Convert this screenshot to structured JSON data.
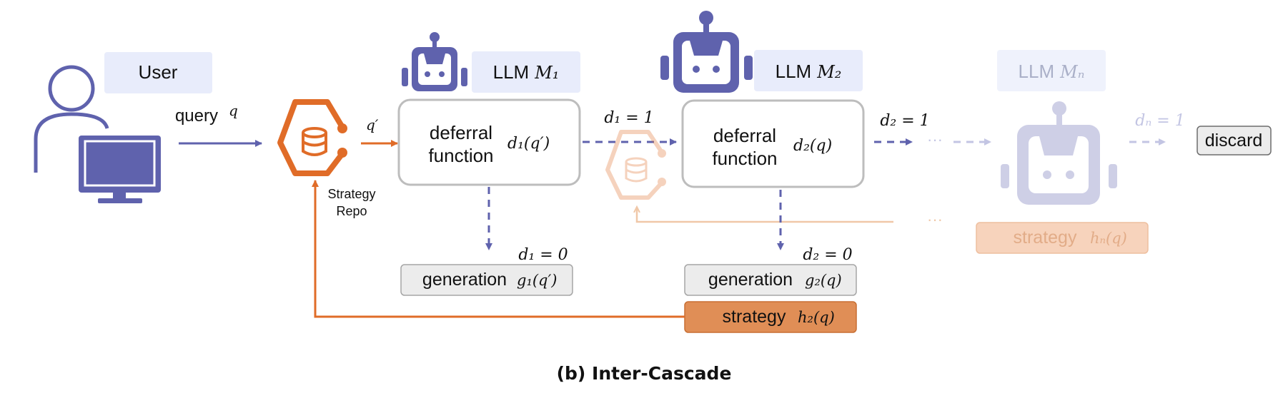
{
  "caption": "(b) Inter-Cascade",
  "user": {
    "label": "User"
  },
  "query": {
    "label": "query",
    "var": "q"
  },
  "q_prime": "q′",
  "repo": {
    "line1": "Strategy",
    "line2": "Repo"
  },
  "llm1": {
    "label": "LLM",
    "model": "M₁"
  },
  "llm2": {
    "label": "LLM",
    "model": "M₂"
  },
  "llmN": {
    "label": "LLM",
    "model": "Mₙ"
  },
  "deferral1": {
    "line1": "deferral",
    "line2": "function",
    "expr": "d₁(q′)"
  },
  "deferral2": {
    "line1": "deferral",
    "line2": "function",
    "expr": "d₂(q)"
  },
  "cond": {
    "d1_defer": "d₁ = 1",
    "d2_defer": "d₂ = 1",
    "dN_defer": "dₙ = 1",
    "d1_stop": "d₁ = 0",
    "d2_stop": "d₂ = 0"
  },
  "gen1": {
    "label": "generation",
    "expr": "g₁(q′)"
  },
  "gen2": {
    "label": "generation",
    "expr": "g₂(q)"
  },
  "strategy2": {
    "label": "strategy",
    "expr": "h₂(q)"
  },
  "strategyN": {
    "label": "strategy",
    "expr": "hₙ(q)"
  },
  "ellipsis": "···",
  "discard": "discard",
  "icons": [
    "user-at-computer-icon",
    "strategy-repo-icon",
    "robot-icon"
  ],
  "colors": {
    "purple": "#5f62ad",
    "orange": "#e06c28",
    "orange_fill": "#e08e56",
    "label_bg": "#e8ecfb",
    "gray_box": "#ececec"
  }
}
